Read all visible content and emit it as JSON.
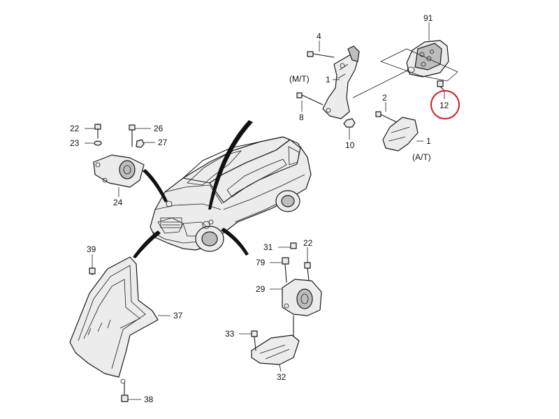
{
  "colors": {
    "line": "#1a1a1a",
    "highlight": "#cc1f1f",
    "background": "#ffffff"
  },
  "labels": {
    "c91": "91",
    "c4": "4",
    "c1_mt": "1",
    "mt": "(M/T)",
    "c8": "8",
    "c10": "10",
    "c2": "2",
    "c12": "12",
    "c1_at": "1",
    "at": "(A/T)",
    "c22a": "22",
    "c23": "23",
    "c26": "26",
    "c27": "27",
    "c24": "24",
    "c39": "39",
    "c37": "37",
    "c38": "38",
    "c31": "31",
    "c22b": "22",
    "c79": "79",
    "c29": "29",
    "c33": "33",
    "c32": "32"
  },
  "highlighted_part": "12"
}
